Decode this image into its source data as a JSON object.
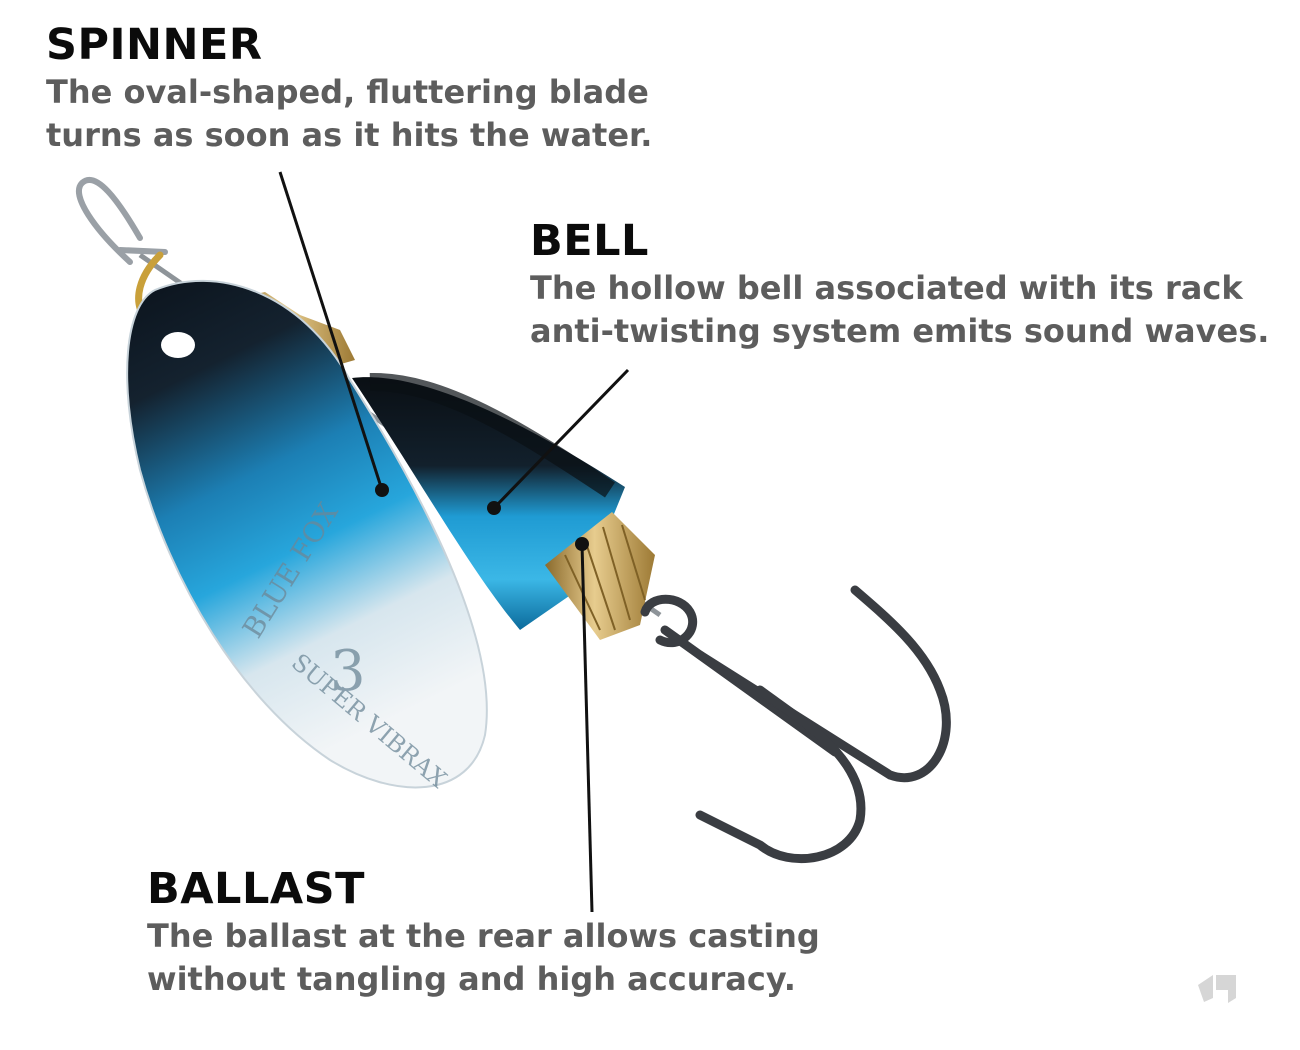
{
  "callouts": {
    "spinner": {
      "title": "SPINNER",
      "description_line1": "The oval-shaped, fluttering blade",
      "description_line2": "turns as soon as it hits the water."
    },
    "bell": {
      "title": "BELL",
      "description_line1": "The hollow bell associated with its rack",
      "description_line2": "anti-twisting system emits sound waves."
    },
    "ballast": {
      "title": "BALLAST",
      "description_line1": "The ballast at the rear allows casting",
      "description_line2": "without tangling and high accuracy."
    }
  },
  "blade_engraving": {
    "brand": "BLUE FOX",
    "size": "3",
    "model": "SUPER VIBRAX"
  },
  "colors": {
    "title": "#0b0b0b",
    "description": "#5d5d5d",
    "blade_dark": "#0d1a26",
    "blade_blue": "#1a9ad6",
    "blade_silver": "#e9eef2",
    "brass": "#c9a45a",
    "hook": "#3a3d42"
  },
  "icons": {
    "watermark": "logo-watermark-icon"
  }
}
